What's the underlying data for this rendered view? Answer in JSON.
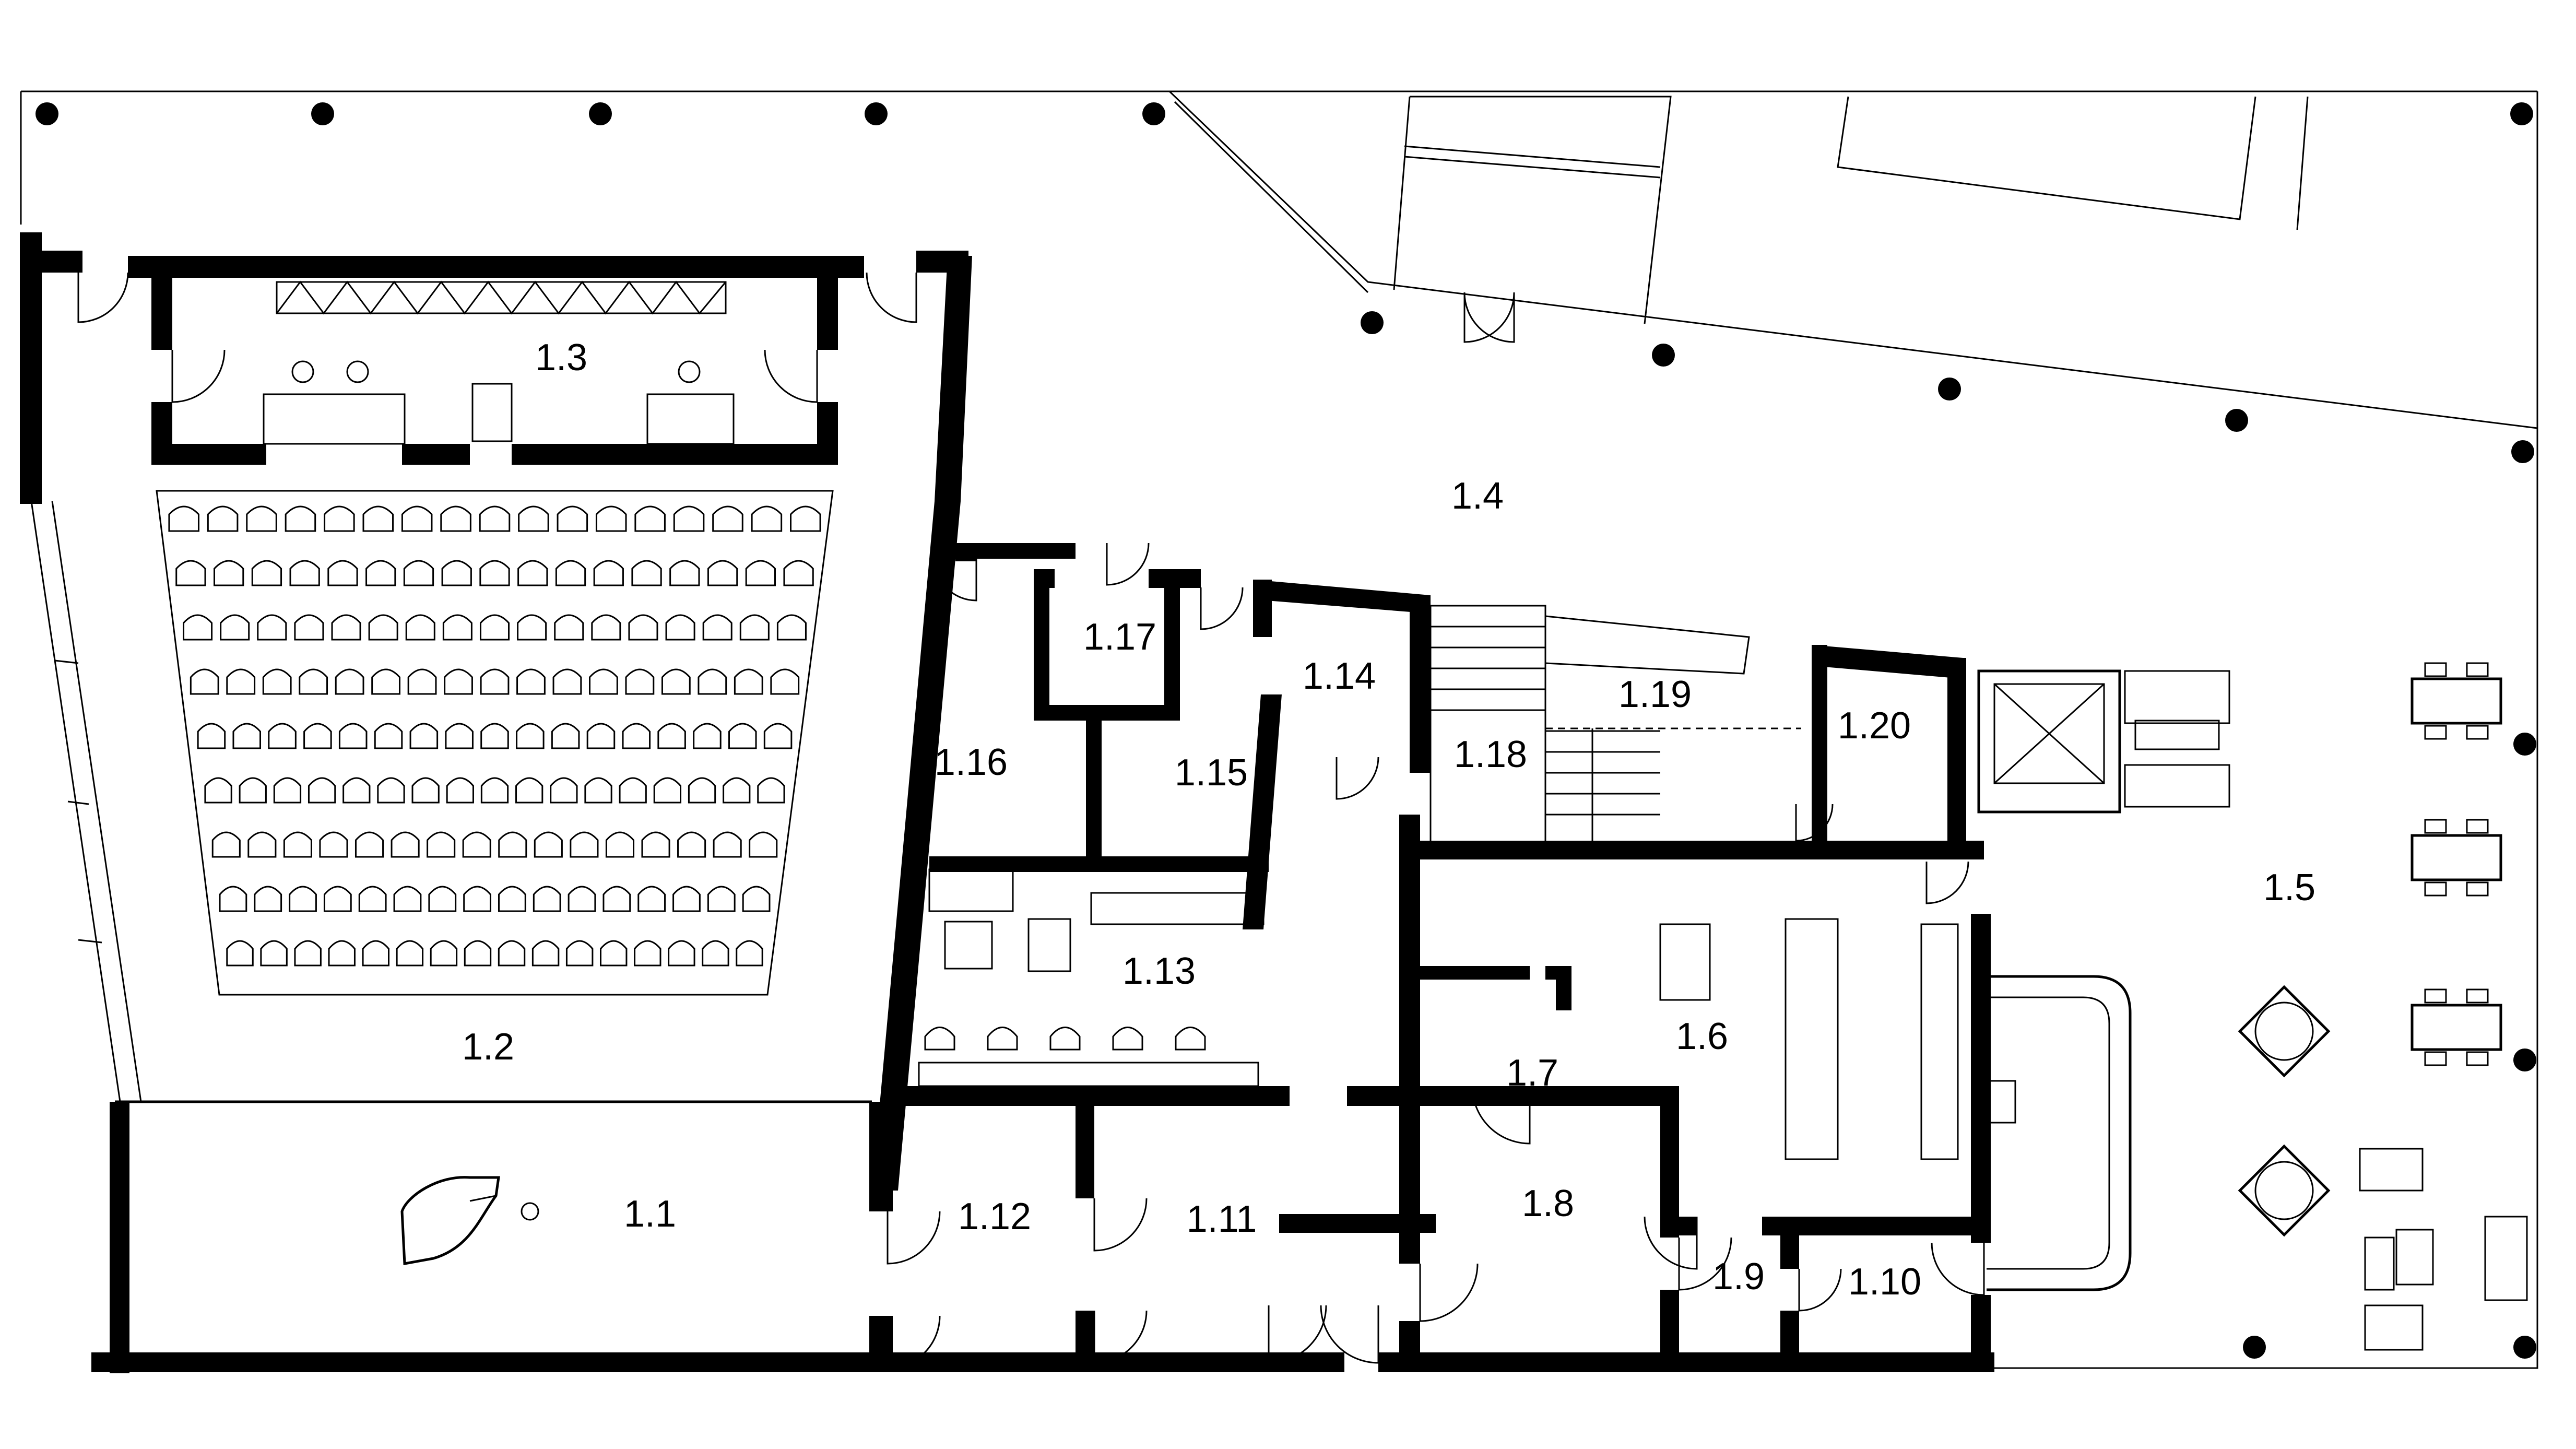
{
  "plan": {
    "rooms": [
      {
        "id": "1.1",
        "label": "1.1"
      },
      {
        "id": "1.2",
        "label": "1.2"
      },
      {
        "id": "1.3",
        "label": "1.3"
      },
      {
        "id": "1.4",
        "label": "1.4"
      },
      {
        "id": "1.5",
        "label": "1.5"
      },
      {
        "id": "1.6",
        "label": "1.6"
      },
      {
        "id": "1.7",
        "label": "1.7"
      },
      {
        "id": "1.8",
        "label": "1.8"
      },
      {
        "id": "1.9",
        "label": "1.9"
      },
      {
        "id": "1.10",
        "label": "1.10"
      },
      {
        "id": "1.11",
        "label": "1.11"
      },
      {
        "id": "1.12",
        "label": "1.12"
      },
      {
        "id": "1.13",
        "label": "1.13"
      },
      {
        "id": "1.14",
        "label": "1.14"
      },
      {
        "id": "1.15",
        "label": "1.15"
      },
      {
        "id": "1.16",
        "label": "1.16"
      },
      {
        "id": "1.17",
        "label": "1.17"
      },
      {
        "id": "1.18",
        "label": "1.18"
      },
      {
        "id": "1.19",
        "label": "1.19"
      },
      {
        "id": "1.20",
        "label": "1.20"
      }
    ],
    "colors": {
      "wall": "#000000",
      "background": "#ffffff"
    },
    "icons": [
      "column-icon",
      "door-swing-icon",
      "stair-icon",
      "piano-icon",
      "seat-icon",
      "table-icon",
      "chair-icon",
      "elevator-icon",
      "sink-icon",
      "toilet-icon"
    ]
  }
}
